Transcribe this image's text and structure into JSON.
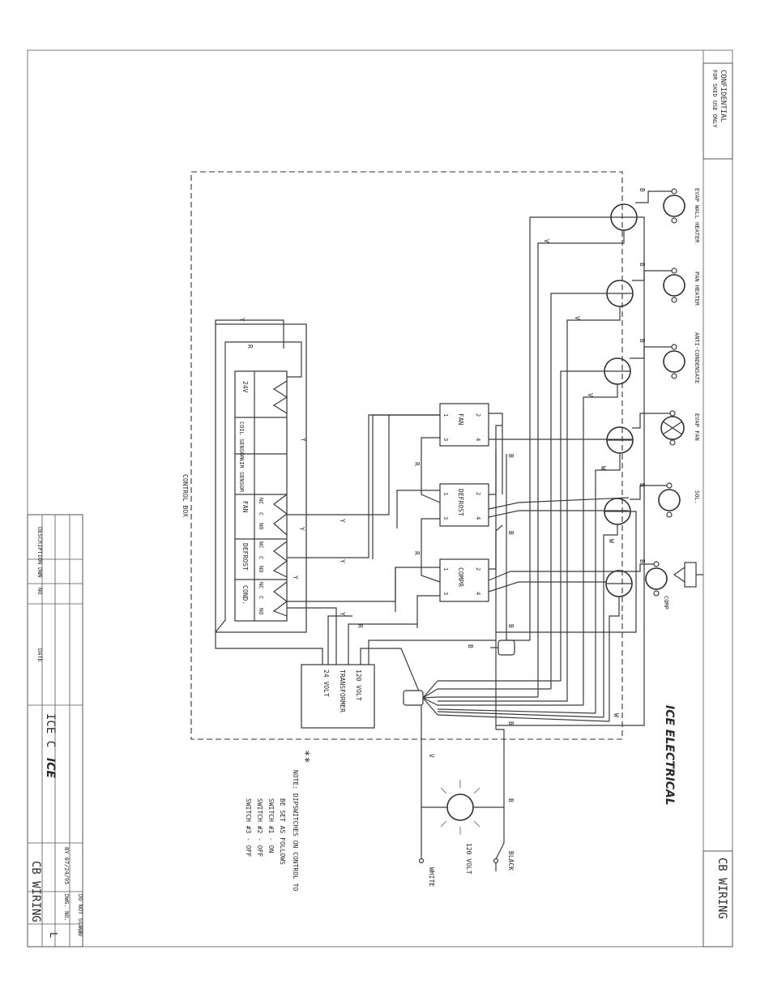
{
  "title_block": {
    "confidential": "CONFIDENTIAL",
    "confidential_sub": "FOR SKED USE ONLY",
    "sheet_title": "CB WIRING",
    "ice_title": "ICE C",
    "ice_script": "ICE",
    "date_field": "BY 07/24/95",
    "do_not_scale": "DO NOT SCALE",
    "dwg_no": "DWG. NO.",
    "rev": "REV",
    "revision_letter": "L",
    "date_label": "DATE",
    "description": "DESCRIPTION",
    "drawn_label": "DWN",
    "no_label": "NO"
  },
  "diagram": {
    "heading": "ICE ELECTRICAL",
    "control_box_label": "CONTROL BOX",
    "components": {
      "evap_wall_heater": "EVAP WALL HEATER",
      "pan_heater": "PAN HEATER",
      "anti_condensate": "ANTI-CONDENSATE",
      "evap_fan": "EVAP FAN",
      "sol": "SOL.",
      "comp": "COMP"
    },
    "relays": {
      "fan": "FAN",
      "defrost": "DEFROST",
      "compr": "COMPR"
    },
    "terminal_block": {
      "v24": "24V",
      "coil_sensor": "COIL SENSOR",
      "air_sensor": "AIR SENSOR",
      "fan": "FAN",
      "defrost": "DEFROST",
      "cond": "COND.",
      "nc": "NC",
      "c": "C",
      "no": "NO"
    },
    "transformer": {
      "primary": "120 VOLT",
      "name": "TRANSFORMER",
      "secondary": "24 VOLT"
    },
    "supply": {
      "voltage": "120 VOLT",
      "black": "BLACK",
      "white": "WHITE"
    },
    "wire_codes": [
      "B",
      "V",
      "Y",
      "R",
      "W"
    ],
    "note": {
      "marker": "**",
      "line1": "NOTE: DIPSWITCHES ON CONTROL TO",
      "line2": "BE SET AS FOLLOWS",
      "line3": "SWITCH #1 - ON",
      "line4": "SWITCH #2 - OFF",
      "line5": "SWITCH #3 - OFF"
    }
  }
}
